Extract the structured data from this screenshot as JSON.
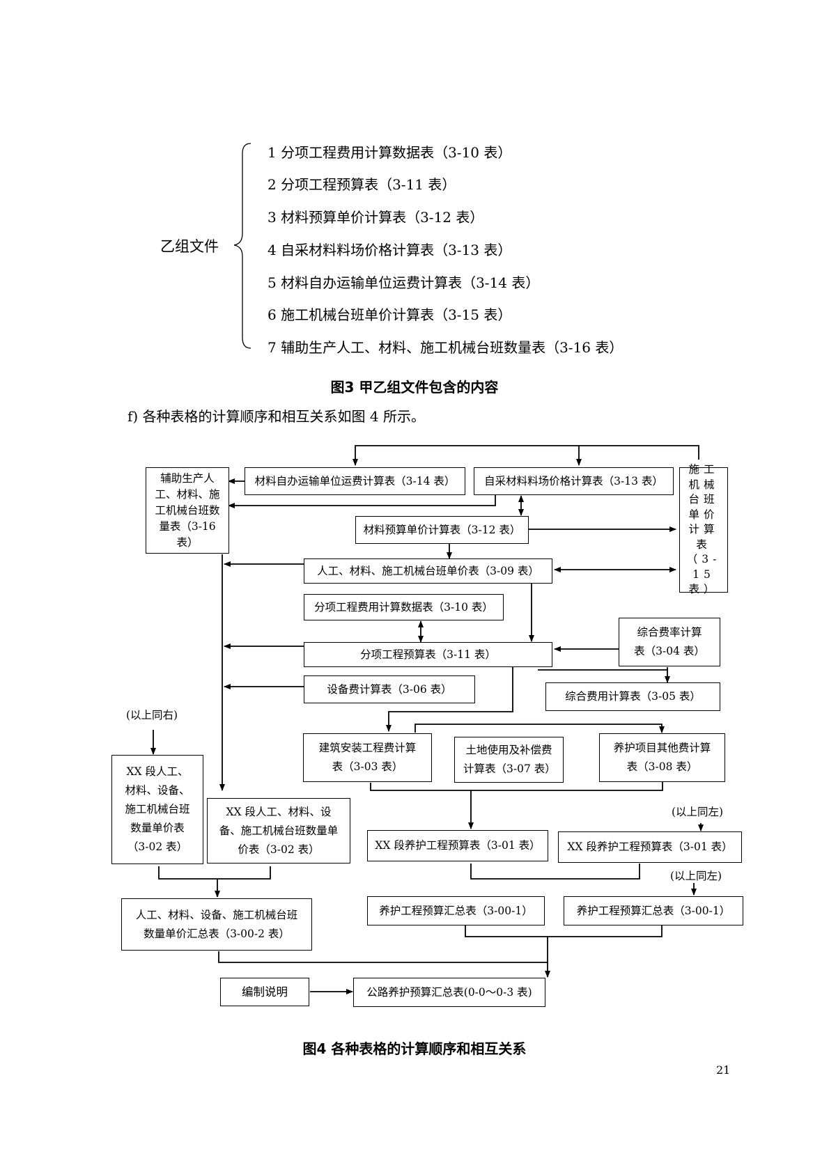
{
  "group": {
    "label": "乙组文件",
    "items": [
      "1  分项工程费用计算数据表（3-10 表）",
      "2  分项工程预算表（3-11 表）",
      "3  材料预算单价计算表（3-12 表）",
      "4  自采材料料场价格计算表（3-13 表）",
      "5  材料自办运输单位运费计算表（3-14 表）",
      "6  施工机械台班单价计算表（3-15 表）",
      "7  辅助生产人工、材料、施工机械台班数量表（3-16 表）"
    ]
  },
  "fig3_caption": "图3   甲乙组文件包含的内容",
  "paragraph": "f)    各种表格的计算顺序和相互关系如图 4 所示。",
  "flow": {
    "b316": "辅助生产人工、材料、施工机械台班数量表（3-16 表）",
    "b314": "材料自办运输单位运费计算表（3-14 表）",
    "b313": "自采材料料场价格计算表（3-13 表）",
    "b315": "施工机械台班单价计算表（3-15表）",
    "b312": "材料预算单价计算表（3-12 表）",
    "b309": "人工、材料、施工机械台班单价表（3-09 表）",
    "b310": "分项工程费用计算数据表（3-10 表）",
    "b304": "综合费率计算表（3-04 表）",
    "b311": "分项工程预算表（3-11 表）",
    "b306": "设备费计算表（3-06 表）",
    "b305": "综合费用计算表（3-05 表）",
    "note_right": "(以上同右)",
    "b303": "建筑安装工程费计算表（3-03 表）",
    "b307": "土地使用及补偿费计算表（3-07 表）",
    "b308": "养护项目其他费计算表（3-08 表）",
    "b302a": "XX 段人工、材料、设备、施工机械台班数量单价表（3-02 表）",
    "b302b": "XX 段人工、材料、设备、施工机械台班数量单价表（3-02 表）",
    "note_left1": "(以上同左)",
    "b301a": "XX 段养护工程预算表（3-01 表）",
    "b301b": "XX 段养护工程预算表（3-01 表）",
    "note_left2": "(以上同左)",
    "b3002": "人工、材料、设备、施工机械台班数量单价汇总表（3-00-2 表）",
    "b3001a": "养护工程预算汇总表（3-00-1）",
    "b3001b": "养护工程预算汇总表（3-00-1）",
    "bexp": "编制说明",
    "b000": "公路养护预算汇总表(0-0～0-3 表)"
  },
  "fig4_caption": "图4   各种表格的计算顺序和相互关系",
  "page_number": "21"
}
